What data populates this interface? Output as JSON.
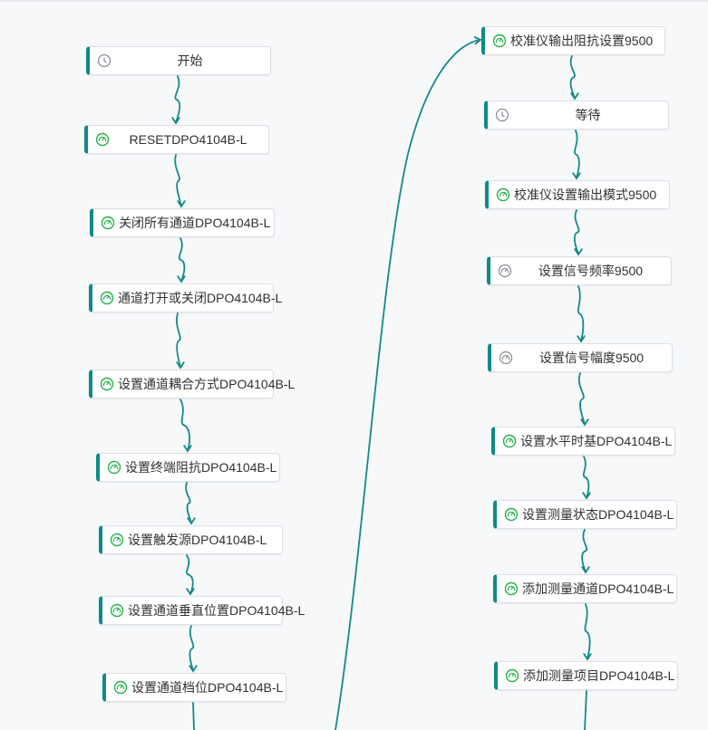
{
  "colors": {
    "accent": "#0e8a88",
    "edge": "#148a89",
    "icon_green": "#26b34a",
    "icon_gray": "#8a8f99",
    "node_border": "#dcdfe6",
    "canvas": "#f7f8fa"
  },
  "columns": [
    {
      "nodes": [
        {
          "label": "开始",
          "icon": "clock-icon"
        },
        {
          "label": "RESETDPO4104B-L",
          "icon": "gauge-icon-green"
        },
        {
          "label": "关闭所有通道DPO4104B-L",
          "icon": "gauge-icon-green"
        },
        {
          "label": "通道打开或关闭DPO4104B-L",
          "icon": "gauge-icon-green"
        },
        {
          "label": "设置通道耦合方式DPO4104B-L",
          "icon": "gauge-icon-green"
        },
        {
          "label": "设置终端阻抗DPO4104B-L",
          "icon": "gauge-icon-green"
        },
        {
          "label": "设置触发源DPO4104B-L",
          "icon": "gauge-icon-green"
        },
        {
          "label": "设置通道垂直位置DPO4104B-L",
          "icon": "gauge-icon-green"
        },
        {
          "label": "设置通道档位DPO4104B-L",
          "icon": "gauge-icon-green"
        }
      ]
    },
    {
      "nodes": [
        {
          "label": "校准仪输出阻抗设置9500",
          "icon": "gauge-icon-green"
        },
        {
          "label": "等待",
          "icon": "clock-icon"
        },
        {
          "label": "校准仪设置输出模式9500",
          "icon": "gauge-icon-green"
        },
        {
          "label": "设置信号频率9500",
          "icon": "gauge-icon-gray"
        },
        {
          "label": "设置信号幅度9500",
          "icon": "gauge-icon-gray"
        },
        {
          "label": "设置水平时基DPO4104B-L",
          "icon": "gauge-icon-green"
        },
        {
          "label": "设置测量状态DPO4104B-L",
          "icon": "gauge-icon-green"
        },
        {
          "label": "添加测量通道DPO4104B-L",
          "icon": "gauge-icon-green"
        },
        {
          "label": "添加测量项目DPO4104B-L",
          "icon": "gauge-icon-green"
        }
      ]
    }
  ]
}
